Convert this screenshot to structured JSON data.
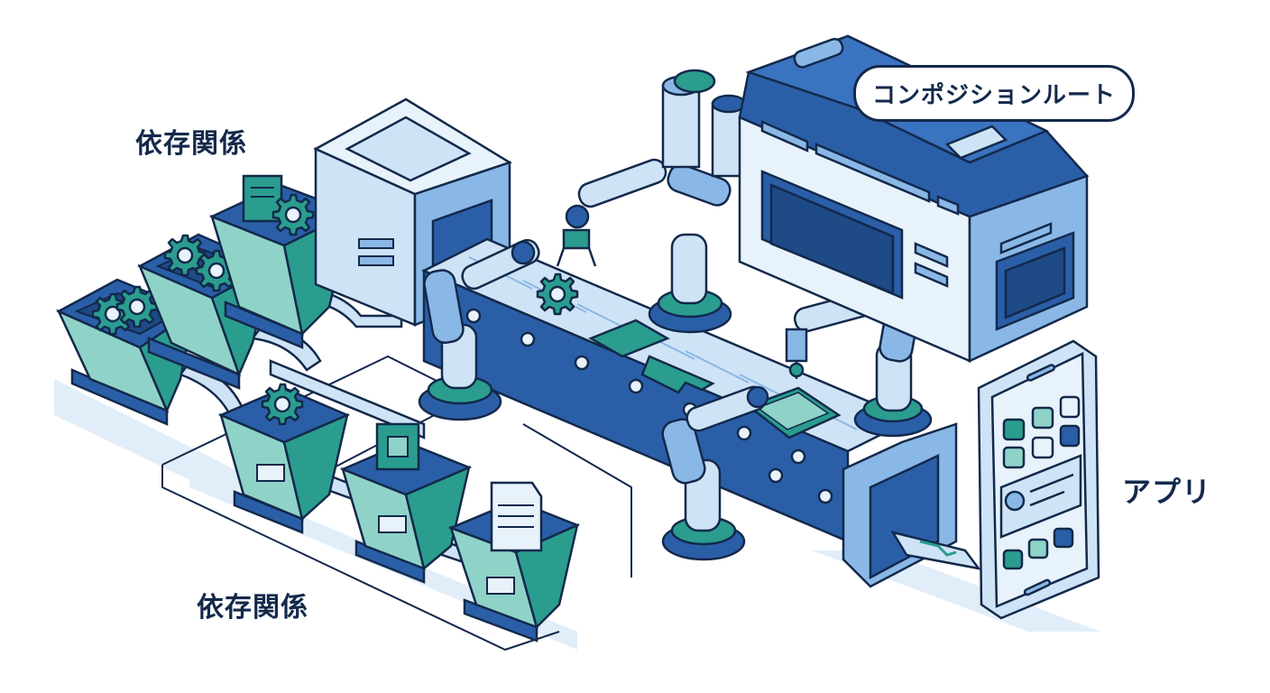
{
  "labels": {
    "dependencies_top": "依存関係",
    "dependencies_bottom": "依存関係",
    "composition_root": "コンポジションルート",
    "app": "アプリ"
  },
  "colors": {
    "outline": "#13294b",
    "teal": "#2a9d8f",
    "teal_light": "#8fd3c8",
    "blue_dark": "#2a5fa8",
    "blue_mid": "#6fa3d8",
    "blue_light": "#cfe3f6",
    "blue_pale": "#e8f2fb",
    "shadow": "#d7e8f7"
  },
  "icons": [
    "gear-icon",
    "document-icon",
    "chip-icon",
    "circuit-board-icon",
    "smartphone-icon",
    "robot-arm-icon",
    "arrow-icon"
  ]
}
